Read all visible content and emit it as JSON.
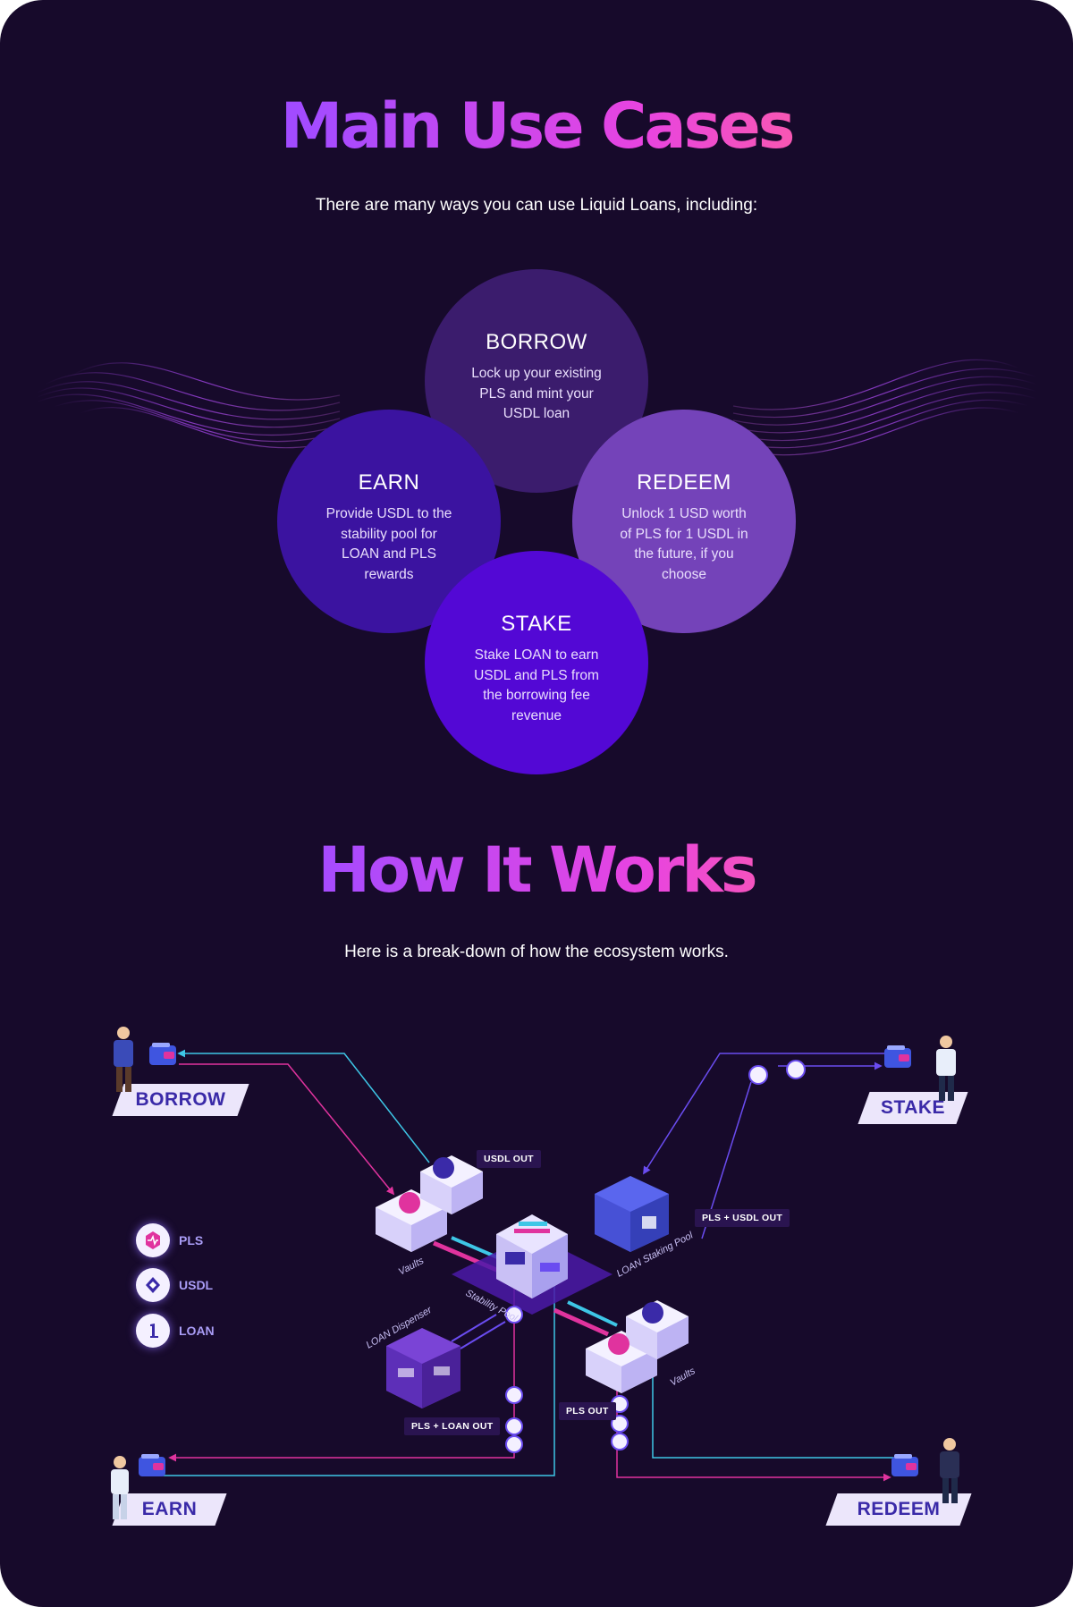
{
  "use_cases": {
    "title": "Main Use Cases",
    "subtitle": "There are many ways you can use Liquid Loans, including:",
    "cards": [
      {
        "title": "BORROW",
        "text": "Lock up your existing PLS and mint your USDL loan"
      },
      {
        "title": "EARN",
        "text": "Provide USDL to the stability pool for LOAN and PLS rewards"
      },
      {
        "title": "REDEEM",
        "text": "Unlock 1 USD worth of PLS for 1 USDL in the future, if you choose"
      },
      {
        "title": "STAKE",
        "text": "Stake LOAN to earn USDL and PLS from the borrowing fee revenue"
      }
    ]
  },
  "how_it_works": {
    "title": "How It Works",
    "subtitle": "Here is a break-down of how the ecosystem works.",
    "roles": [
      "BORROW",
      "STAKE",
      "EARN",
      "REDEEM"
    ],
    "tags": [
      "USDL OUT",
      "PLS + USDL OUT",
      "PLS + LOAN OUT",
      "PLS OUT"
    ],
    "components": [
      "Vaults",
      "Stability Pool",
      "LOAN Staking Pool",
      "LOAN Dispenser",
      "Vaults"
    ],
    "legend": [
      {
        "label": "PLS",
        "icon": "pls-coin-icon"
      },
      {
        "label": "USDL",
        "icon": "usdl-coin-icon"
      },
      {
        "label": "LOAN",
        "icon": "loan-coin-icon"
      }
    ],
    "colors": {
      "cyan": "#3ec6e6",
      "magenta": "#e0339e",
      "purple": "#6a4cf0"
    }
  }
}
